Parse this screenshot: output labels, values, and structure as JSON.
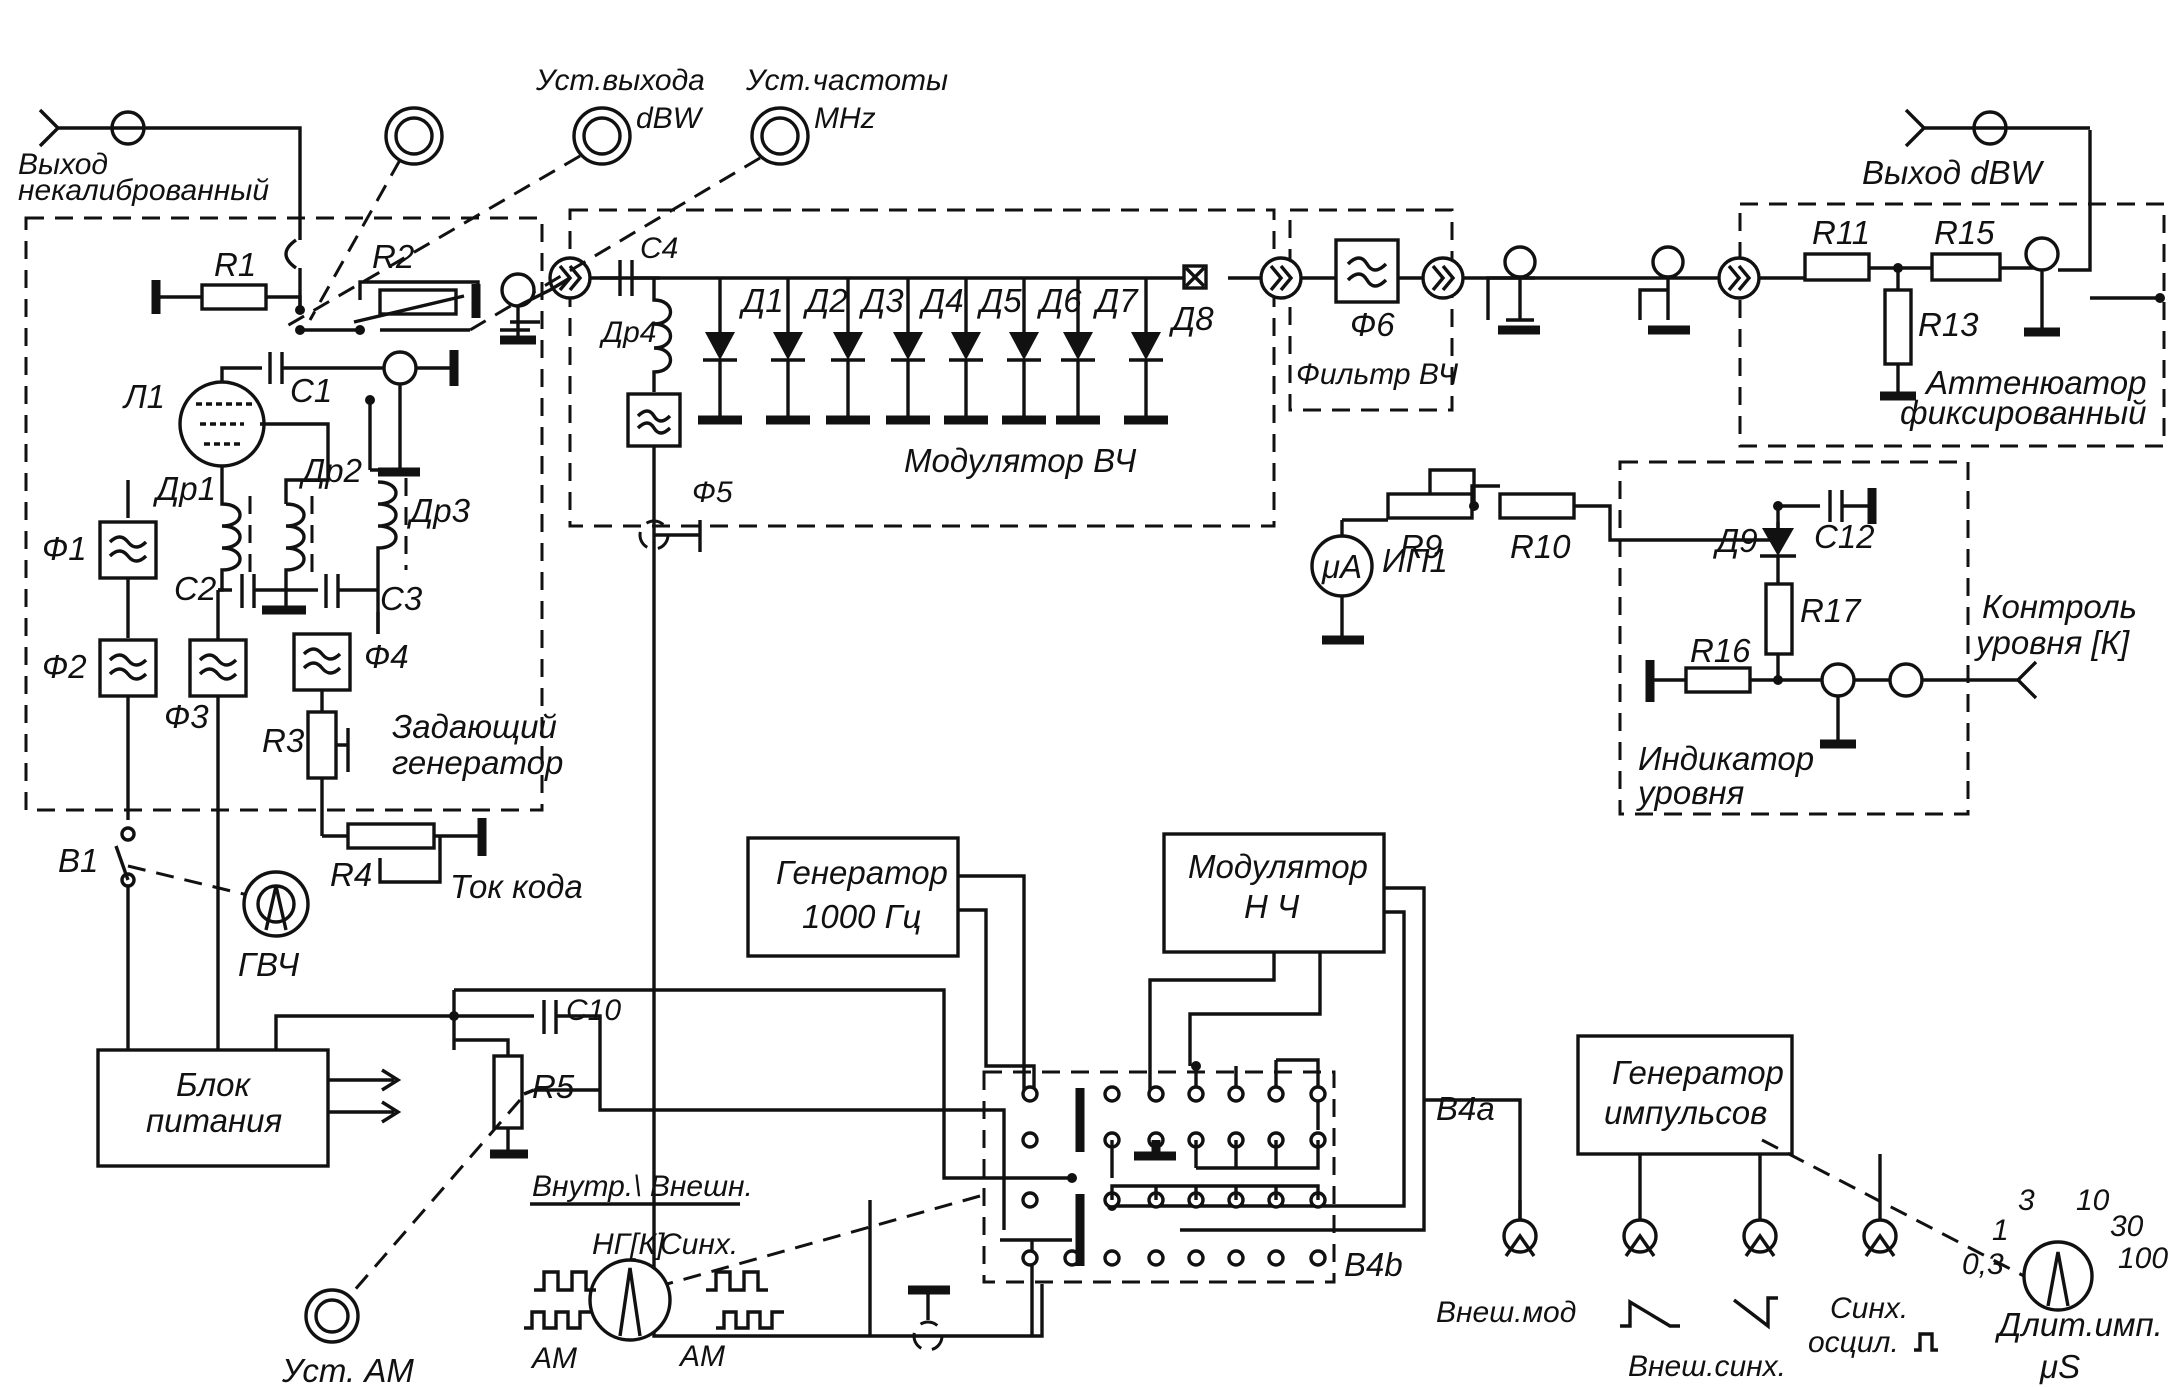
{
  "labels": {
    "out_uncal_1": "Выход",
    "out_uncal_2": "некалиброванный",
    "set_out_1": "Уст.выхода",
    "set_out_2": "dBW",
    "set_freq_1": "Уст.частоты",
    "set_freq_2": "MHz",
    "out_dbw": "Выход dBW",
    "R1": "R1",
    "R2": "R2",
    "R3": "R3",
    "R4": "R4",
    "R5": "R5",
    "R9": "R9",
    "R10": "R10",
    "R11": "R11",
    "R13": "R13",
    "R15": "R15",
    "R16": "R16",
    "R17": "R17",
    "C1": "C1",
    "C2": "C2",
    "C3": "C3",
    "C4": "C4",
    "C10": "C10",
    "C12": "C12",
    "L1": "Л1",
    "Dr1": "Др1",
    "Dr2": "Др2",
    "Dr3": "Др3",
    "Dr4": "Др4",
    "F1": "Ф1",
    "F2": "Ф2",
    "F3": "Ф3",
    "F4": "Ф4",
    "F5": "Ф5",
    "F6": "Ф6",
    "diodes": [
      "Д1",
      "Д2",
      "Д3",
      "Д4",
      "Д5",
      "Д6",
      "Д7"
    ],
    "D8": "Д8",
    "D9": "Д9",
    "mod_hf": "Модулятор ВЧ",
    "filter_hf": "Фильтр ВЧ",
    "att_1": "Аттенюатор",
    "att_2": "фиксированный",
    "osc_1": "Задающий",
    "osc_2": "генератор",
    "code_current": "Ток кода",
    "B1": "В1",
    "gvch": "ГВЧ",
    "psu_1": "Блок",
    "psu_2": "питания",
    "gen1000_1": "Генератор",
    "gen1000_2": "1000 Гц",
    "mod_lf_1": "Модулятор",
    "mod_lf_2": "Н Ч",
    "pulse_gen_1": "Генератор",
    "pulse_gen_2": "импульсов",
    "B4a": "В4а",
    "B4b": "В4b",
    "ip1": "ИП1",
    "ua": "μA",
    "ctrl_1": "Контроль",
    "ctrl_2": "уровня [К]",
    "ind_1": "Индикатор",
    "ind_2": "уровня",
    "int_ext": "Внутр.\\ Внешн.",
    "sw_ng": "НГ[К]",
    "sw_sync": "Синх.",
    "sw_am1": "АМ",
    "sw_am2": "АМ",
    "set_am": "Уст. АМ",
    "ext_mod": "Внеш.мод",
    "ext_sync": "Внеш.синх.",
    "sync_osc_1": "Синх.",
    "sync_osc_2": "осцил.",
    "pulse_len_1": "Длит.имп.",
    "pulse_len_2": "μS",
    "dial": [
      "0,3",
      "1",
      "3",
      "10",
      "30",
      "100"
    ]
  }
}
